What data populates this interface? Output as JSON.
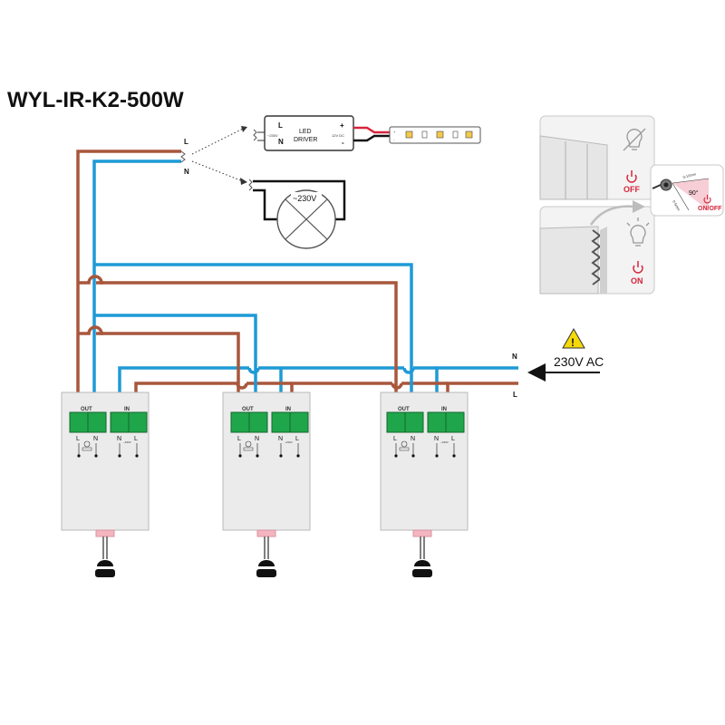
{
  "title": "WYL-IR-K2-500W",
  "mains": {
    "voltage_label": "230V AC",
    "n_label": "N",
    "l_label": "L"
  },
  "loads": {
    "l_label": "L",
    "n_label": "N",
    "driver": {
      "l_label": "L",
      "n_label": "N",
      "name_line1": "LED",
      "name_line2": "DRIVER",
      "input_rating": "~230V",
      "output_rating": "12V DC",
      "plus_label": "+",
      "minus_label": "-"
    },
    "lamp_voltage": "~230V"
  },
  "switch_module": {
    "out_label": "OUT",
    "in_label": "IN",
    "terminal_l": "L",
    "terminal_n": "N",
    "in_rating": "~230V",
    "count": 3
  },
  "sensor_panel": {
    "off_label": "OFF",
    "on_label": "ON",
    "onoff_label": "ON/OFF",
    "angle_label": "90°",
    "range_label": "0-10mm",
    "range_label2": "0-5mm"
  },
  "colors": {
    "live": "#a8573c",
    "neutral": "#1e9ad6",
    "terminal": "#1fa64a",
    "warning": "#f5d90a",
    "accent": "#d6243a"
  }
}
